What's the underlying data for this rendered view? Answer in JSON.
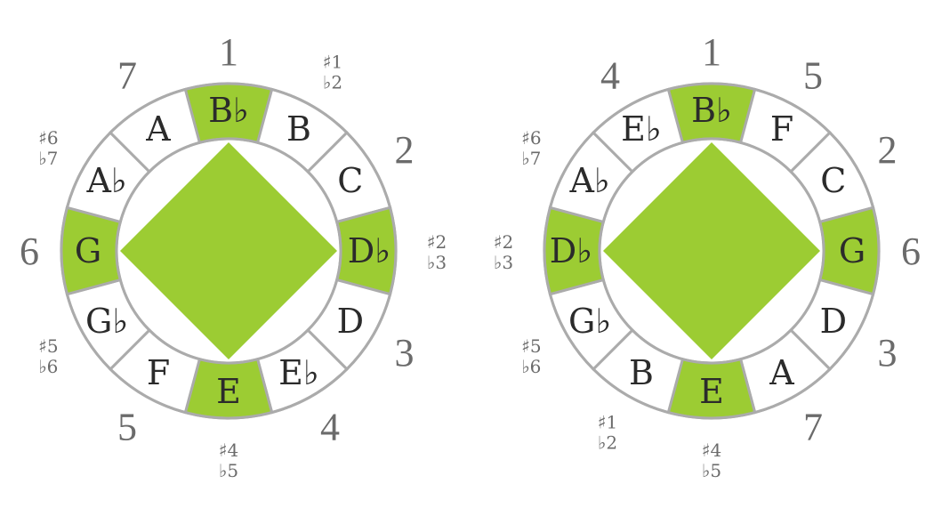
{
  "colors": {
    "highlight": "#9ccc33",
    "ring_stroke": "#ababab",
    "note_text": "#2b2b2b",
    "label_text": "#6b6b6b",
    "background": "#ffffff"
  },
  "wheels": [
    {
      "notes": [
        "B♭",
        "B",
        "C",
        "D♭",
        "D",
        "E♭",
        "E",
        "F",
        "G♭",
        "G",
        "A♭",
        "A"
      ],
      "highlighted_notes": [
        "B♭",
        "D♭",
        "E",
        "G"
      ],
      "degree_labels": [
        {
          "text": "1",
          "note": "B♭"
        },
        {
          "text": "2",
          "note": "C"
        },
        {
          "text": "3",
          "note": "D"
        },
        {
          "text": "4",
          "note": "E♭"
        },
        {
          "text": "5",
          "note": "F"
        },
        {
          "text": "6",
          "note": "G"
        },
        {
          "text": "7",
          "note": "A"
        }
      ],
      "accidental_labels": [
        {
          "sharp": "♯1",
          "flat": "♭2",
          "note": "B"
        },
        {
          "sharp": "♯2",
          "flat": "♭3",
          "note": "D♭"
        },
        {
          "sharp": "♯4",
          "flat": "♭5",
          "note": "E"
        },
        {
          "sharp": "♯5",
          "flat": "♭6",
          "note": "G♭"
        },
        {
          "sharp": "♯6",
          "flat": "♭7",
          "note": "A♭"
        }
      ]
    },
    {
      "notes": [
        "B♭",
        "F",
        "C",
        "G",
        "D",
        "A",
        "E",
        "B",
        "G♭",
        "D♭",
        "A♭",
        "E♭"
      ],
      "highlighted_notes": [
        "B♭",
        "G",
        "E",
        "D♭"
      ],
      "degree_labels": [
        {
          "text": "1",
          "note": "B♭"
        },
        {
          "text": "5",
          "note": "F"
        },
        {
          "text": "2",
          "note": "C"
        },
        {
          "text": "6",
          "note": "G"
        },
        {
          "text": "3",
          "note": "D"
        },
        {
          "text": "7",
          "note": "A"
        },
        {
          "text": "4",
          "note": "E♭"
        }
      ],
      "accidental_labels": [
        {
          "sharp": "♯1",
          "flat": "♭2",
          "note": "B"
        },
        {
          "sharp": "♯4",
          "flat": "♭5",
          "note": "E"
        },
        {
          "sharp": "♯5",
          "flat": "♭6",
          "note": "G♭"
        },
        {
          "sharp": "♯2",
          "flat": "♭3",
          "note": "D♭"
        },
        {
          "sharp": "♯6",
          "flat": "♭7",
          "note": "A♭"
        }
      ]
    }
  ]
}
